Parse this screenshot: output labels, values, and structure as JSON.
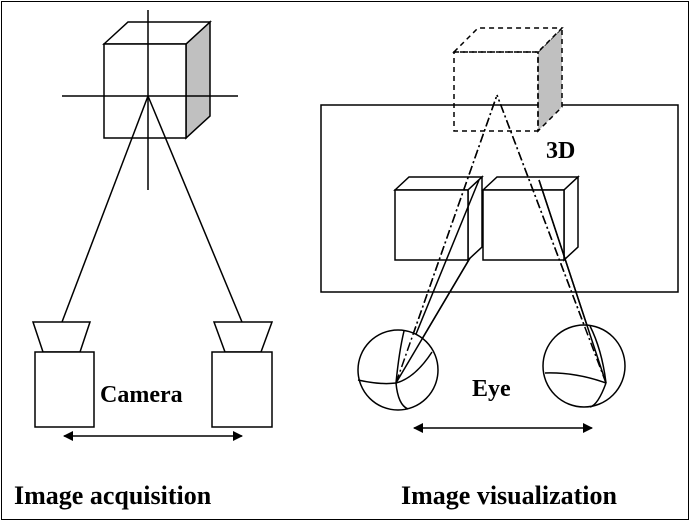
{
  "diagram": {
    "labels": {
      "camera": "Camera",
      "eye": "Eye",
      "three_d": "3D"
    },
    "captions": {
      "left": "Image acquisition",
      "right": "Image visualization"
    },
    "colors": {
      "stroke": "#000000",
      "cube_side_fill": "#c0c0c0",
      "background": "#ffffff"
    }
  }
}
